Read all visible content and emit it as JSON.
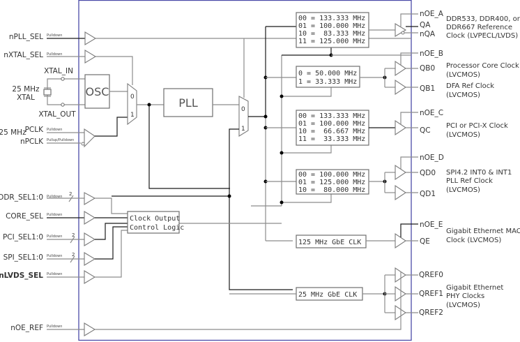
{
  "inputs": {
    "npll_sel": {
      "name": "nPLL_SEL",
      "bias": "Pulldown"
    },
    "nxtal_sel": {
      "name": "nXTAL_SEL",
      "bias": "Pulldown"
    },
    "xtal_in": "XTAL_IN",
    "xtal_out": "XTAL_OUT",
    "xtal_freq": "25 MHz",
    "xtal_label": "XTAL",
    "pclk_freq": "25 MHz",
    "pclk": {
      "name": "PCLK",
      "bias": "Pulldown"
    },
    "npclk": {
      "name": "nPCLK",
      "bias": "Pullup/Pulldown"
    },
    "ddr_sel": {
      "name": "DDR_SEL1:0",
      "bias": "Pulldown",
      "width": "2"
    },
    "core_sel": {
      "name": "CORE_SEL",
      "bias": "Pulldown"
    },
    "pci_sel": {
      "name": "PCI_SEL1:0",
      "bias": "Pulldown",
      "width": "2"
    },
    "spi_sel": {
      "name": "SPI_SEL1:0",
      "bias": "Pulldown",
      "width": "2"
    },
    "nlvds_sel": {
      "name": "nLVDS_SEL",
      "bias": "Pulldown"
    },
    "noe_ref": {
      "name": "nOE_REF",
      "bias": "Pulldown"
    }
  },
  "blocks": {
    "osc": "OSC",
    "pll": "PLL",
    "mux_in_0": "0",
    "mux_in_1": "1",
    "control_logic": [
      "Clock Output",
      "Control Logic"
    ],
    "gbe125": "125 MHz GbE CLK",
    "gbe25": "25 MHz GbE CLK"
  },
  "dividers": {
    "a": [
      "00 = 133.333 MHz",
      "01 = 100.000 MHz",
      "10 =  83.333 MHz",
      "11 = 125.000 MHz"
    ],
    "b": [
      "0 = 50.000 MHz",
      "1 = 33.333 MHz"
    ],
    "c": [
      "00 = 133.333 MHz",
      "01 = 100.000 MHz",
      "10 =  66.667 MHz",
      "11 =  33.333 MHz"
    ],
    "d": [
      "00 = 100.000 MHz",
      "01 = 125.000 MHz",
      "10 =  80.000 MHz"
    ]
  },
  "outputs": {
    "noe_a": "nOE_A",
    "qa": "QA",
    "nqa": "nQA",
    "noe_b": "nOE_B",
    "qb0": "QB0",
    "qb1": "QB1",
    "noe_c": "nOE_C",
    "qc": "QC",
    "noe_d": "nOE_D",
    "qd0": "QD0",
    "qd1": "QD1",
    "noe_e": "nOE_E",
    "qe": "QE",
    "qref0": "QREF0",
    "qref1": "QREF1",
    "qref2": "QREF2"
  },
  "descriptions": {
    "a": [
      "DDR533, DDR400, or",
      "DDR667 Reference",
      "Clock (LVPECL/LVDS)"
    ],
    "b0": [
      "Processor Core Clock",
      "(LVCMOS)"
    ],
    "b1": [
      "DFA Ref Clock",
      "(LVCMOS)"
    ],
    "c": [
      "PCI or PCI-X Clock",
      "(LVCMOS)"
    ],
    "d": [
      "SPI4.2 INT0 & INT1",
      "PLL Ref Clock",
      "(LVCMOS)"
    ],
    "e": [
      "Gigabit Ethernet MAC",
      "Clock (LVCMOS)"
    ],
    "ref": [
      "Gigabit Ethernet",
      "PHY Clocks",
      "(LVCMOS)"
    ]
  }
}
